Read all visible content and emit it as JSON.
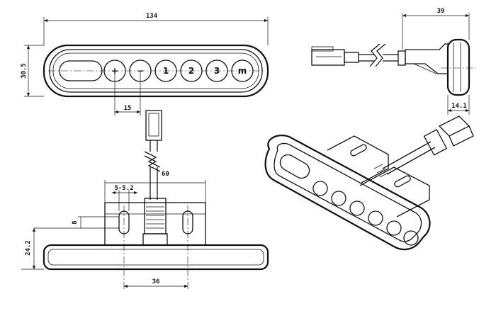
{
  "dimensions": {
    "overall_length": "134",
    "height_front": "30.5",
    "key_pitch": "15",
    "cable_length": "60",
    "cable_side_depth": "39",
    "side_thickness": "14.1",
    "slot_width": "5-5.2",
    "slot_length": "8",
    "bracket_height": "24.2",
    "slot_spacing": "36"
  },
  "keypad": {
    "keys": [
      "+",
      "−",
      "1",
      "2",
      "3",
      "m"
    ]
  }
}
